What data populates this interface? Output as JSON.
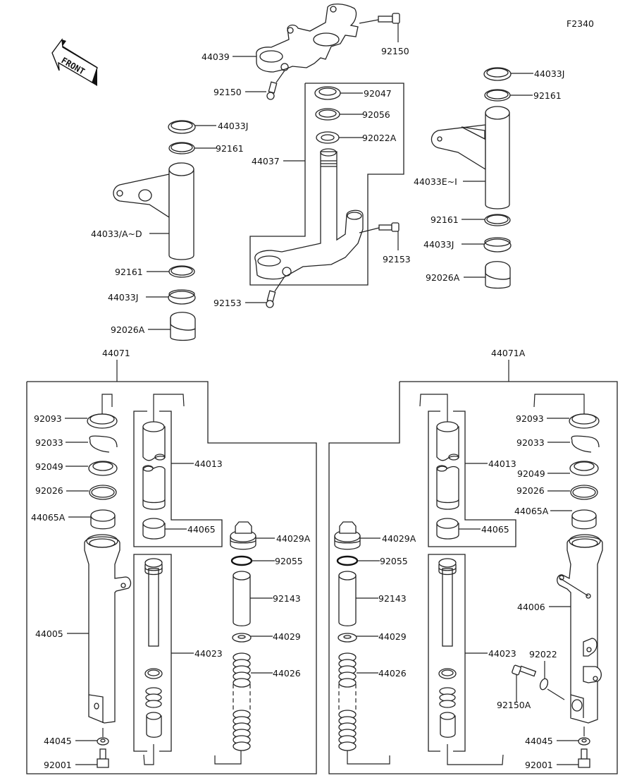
{
  "diagram": {
    "figure_code": "F2340",
    "front_indicator": "FRONT",
    "top_section": {
      "upper_bracket": {
        "part": "44039",
        "bolts": [
          "92150",
          "92150"
        ]
      },
      "stem_assembly": {
        "part": "44037",
        "components": [
          "92047",
          "92056",
          "92022A"
        ],
        "bolts": [
          "92153",
          "92153"
        ]
      },
      "left_tube": {
        "part": "44033/A~D",
        "rings_top": [
          "44033J",
          "92161"
        ],
        "rings_bottom": [
          "92161",
          "44033J",
          "92026A"
        ]
      },
      "right_tube": {
        "part": "44033E~I",
        "rings_top": [
          "44033J",
          "92161"
        ],
        "rings_bottom": [
          "92161",
          "44033J",
          "92026A"
        ]
      }
    },
    "left_fork": {
      "assembly": "44071",
      "seals": [
        "92093",
        "92033",
        "92049",
        "92026",
        "44065A"
      ],
      "outer_tube": "44005",
      "bushing_group": "44013",
      "bushing": "44065",
      "cap_bolt": "44029A",
      "o_ring": "92055",
      "spacer": "92143",
      "seat": "44029",
      "spring": "44026",
      "damper_rod": "44023",
      "gasket": "44045",
      "bottom_bolt": "92001"
    },
    "right_fork": {
      "assembly": "44071A",
      "seals": [
        "92093",
        "92033",
        "92049",
        "92026",
        "44065A"
      ],
      "outer_tube": "44006",
      "bushing_group": "44013",
      "bushing": "44065",
      "cap_bolt": "44029A",
      "o_ring": "92055",
      "spacer": "92143",
      "seat": "44029",
      "spring": "44026",
      "damper_rod": "44023",
      "axle_bolt": "92150A",
      "washer": "92022",
      "gasket": "44045",
      "bottom_bolt": "92001"
    }
  }
}
